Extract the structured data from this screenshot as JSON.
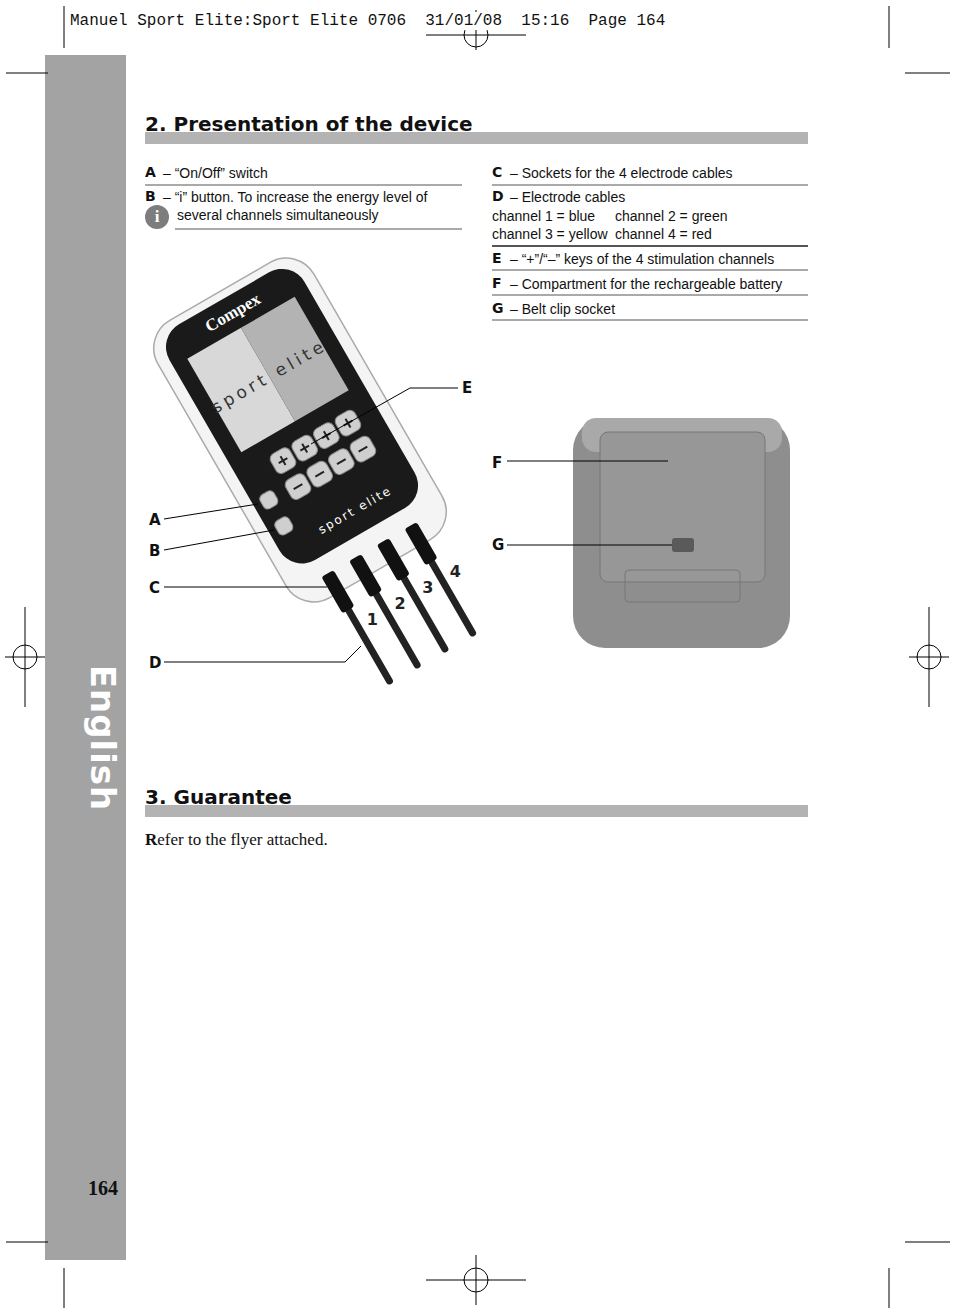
{
  "diagram": {
    "nodes": [
      {
        "text": [
          "2. Presentation of the device"
        ]
      },
      {
        "text": [
          "3. Guarantee"
        ]
      }
    ],
    "labels": [
      "Manuel Sport Elite:Sport Elite 0706  31/01/08  15:16  Page 164",
      "A",
      "– “On/Off” switch",
      "B",
      "– “i” button. To increase the energy level of several channels simultaneously",
      "i",
      "C",
      "– Sockets for the 4 electrode cables",
      "D",
      "– Electrode cables",
      "channel 1 = blue",
      "channel 2 = green",
      "channel 3 = yellow",
      "channel 4 = red",
      "E",
      "– “+”/“–” keys of the 4 stimulation channels",
      "F",
      "– Compartment for the rechargeable battery",
      "G",
      "– Belt clip socket",
      "Compex",
      "sport elite",
      "sport elite",
      "E",
      "A",
      "B",
      "C",
      "D",
      "4",
      "3",
      "2",
      "1",
      "F",
      "G",
      "Refer to the flyer attached.",
      "English",
      "164"
    ]
  }
}
